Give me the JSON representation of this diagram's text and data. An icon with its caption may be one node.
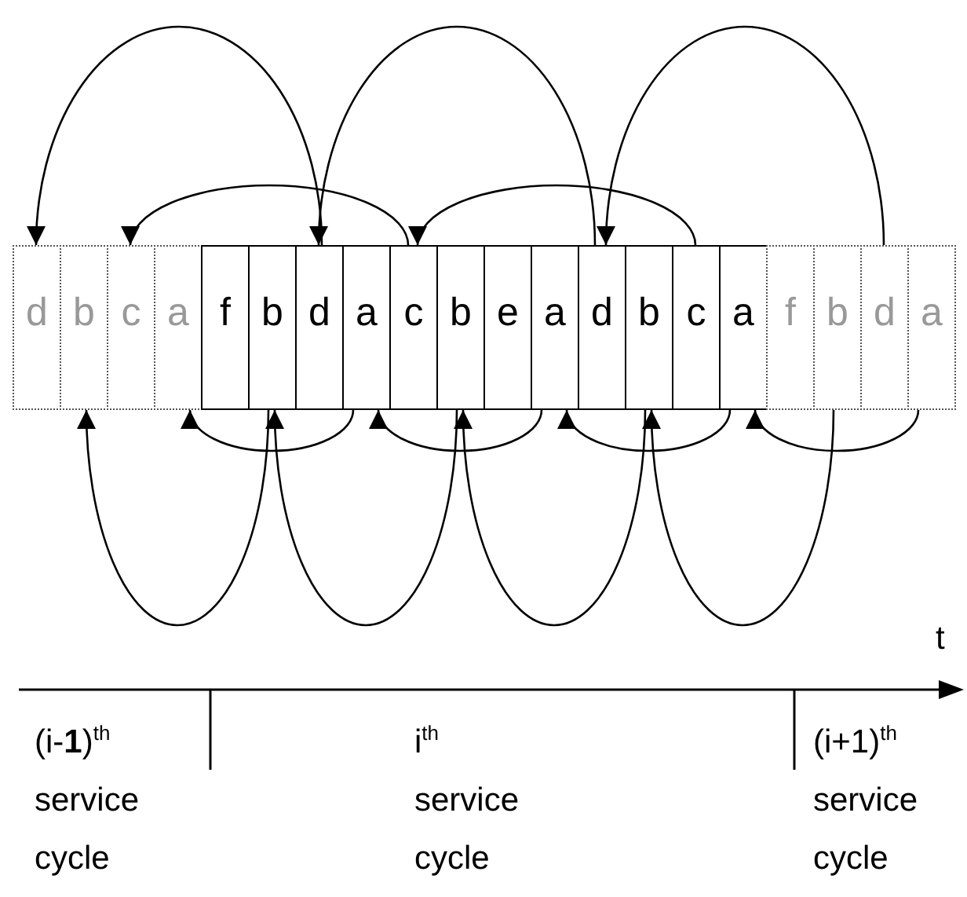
{
  "diagram": {
    "nodes": [
      {
        "text": [
          "d"
        ]
      },
      {
        "text": [
          "b"
        ]
      },
      {
        "text": [
          "c"
        ]
      },
      {
        "text": [
          "a"
        ]
      },
      {
        "text": [
          "f"
        ]
      },
      {
        "text": [
          "b"
        ]
      },
      {
        "text": [
          "d"
        ]
      },
      {
        "text": [
          "a"
        ]
      },
      {
        "text": [
          "c"
        ]
      },
      {
        "text": [
          "b"
        ]
      },
      {
        "text": [
          "e"
        ]
      },
      {
        "text": [
          "a"
        ]
      },
      {
        "text": [
          "d"
        ]
      },
      {
        "text": [
          "b"
        ]
      },
      {
        "text": [
          "c"
        ]
      },
      {
        "text": [
          "a"
        ]
      },
      {
        "text": [
          "f"
        ]
      },
      {
        "text": [
          "b"
        ]
      },
      {
        "text": [
          "d"
        ]
      },
      {
        "text": [
          "a"
        ]
      }
    ],
    "edges": [
      {
        "from": 18,
        "to": 12,
        "arrow": "to"
      },
      {
        "from": 12,
        "to": 6,
        "arrow": "to"
      },
      {
        "from": 6,
        "to": 0,
        "arrow": "to"
      },
      {
        "from": 14,
        "to": 8,
        "arrow": "to"
      },
      {
        "from": 8,
        "to": 2,
        "arrow": "to"
      },
      {
        "from": 19,
        "to": 15,
        "arrow": "to"
      },
      {
        "from": 15,
        "to": 11,
        "arrow": "to"
      },
      {
        "from": 11,
        "to": 7,
        "arrow": "to"
      },
      {
        "from": 7,
        "to": 3,
        "arrow": "to"
      },
      {
        "from": 17,
        "to": 13,
        "arrow": "to"
      },
      {
        "from": 13,
        "to": 9,
        "arrow": "to"
      },
      {
        "from": 9,
        "to": 5,
        "arrow": "to"
      },
      {
        "from": 5,
        "to": 1,
        "arrow": "to"
      }
    ],
    "labels": [
      "t",
      "(i-**1**)$^{th}$ service cycle",
      "i$^{th}$ service cycle",
      "(i+1)$^{th}$ service cycle"
    ]
  }
}
